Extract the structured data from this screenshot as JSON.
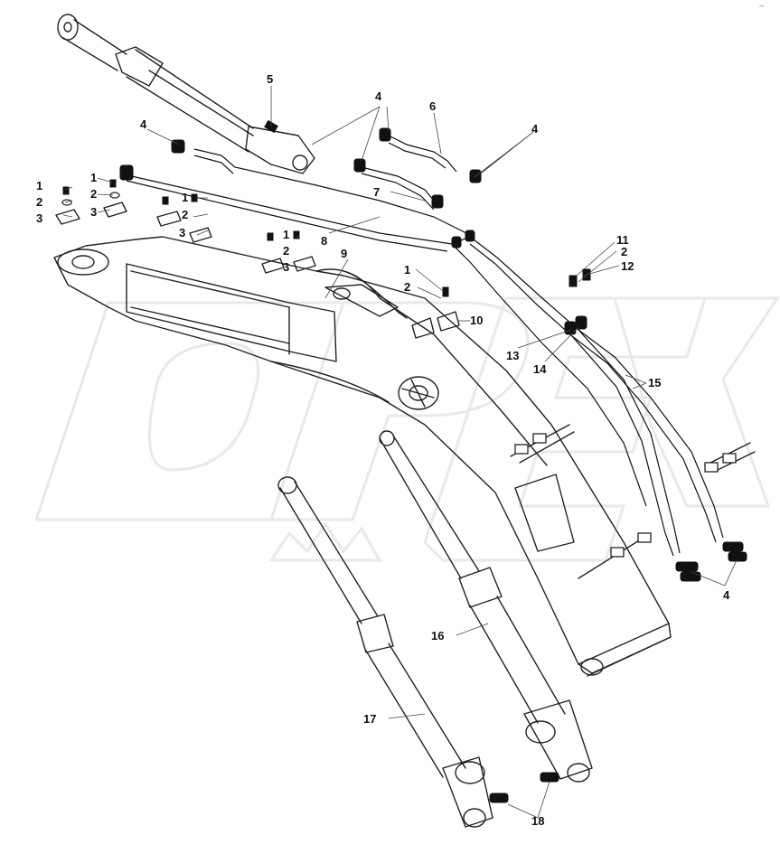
{
  "diagram": {
    "watermark_text": "OPEX",
    "corner_mark": "--",
    "callouts": [
      {
        "id": "c5",
        "text": "5"
      },
      {
        "id": "c4a",
        "text": "4"
      },
      {
        "id": "c6",
        "text": "6"
      },
      {
        "id": "c4b",
        "text": "4"
      },
      {
        "id": "c4c",
        "text": "4"
      },
      {
        "id": "c1a",
        "text": "1"
      },
      {
        "id": "c2a",
        "text": "2"
      },
      {
        "id": "c3a",
        "text": "3"
      },
      {
        "id": "c1b",
        "text": "1"
      },
      {
        "id": "c2b",
        "text": "2"
      },
      {
        "id": "c3b",
        "text": "3"
      },
      {
        "id": "c1c",
        "text": "1"
      },
      {
        "id": "c2c",
        "text": "2"
      },
      {
        "id": "c3c",
        "text": "3"
      },
      {
        "id": "c7",
        "text": "7"
      },
      {
        "id": "c8",
        "text": "8"
      },
      {
        "id": "c1d",
        "text": "1"
      },
      {
        "id": "c2d",
        "text": "2"
      },
      {
        "id": "c3d",
        "text": "3"
      },
      {
        "id": "c9",
        "text": "9"
      },
      {
        "id": "c1e",
        "text": "1"
      },
      {
        "id": "c2e",
        "text": "2"
      },
      {
        "id": "c10",
        "text": "10"
      },
      {
        "id": "c11",
        "text": "11"
      },
      {
        "id": "c2f",
        "text": "2"
      },
      {
        "id": "c12",
        "text": "12"
      },
      {
        "id": "c13",
        "text": "13"
      },
      {
        "id": "c14",
        "text": "14"
      },
      {
        "id": "c15",
        "text": "15"
      },
      {
        "id": "c4d",
        "text": "4"
      },
      {
        "id": "c16",
        "text": "16"
      },
      {
        "id": "c17",
        "text": "17"
      },
      {
        "id": "c18",
        "text": "18"
      }
    ]
  }
}
